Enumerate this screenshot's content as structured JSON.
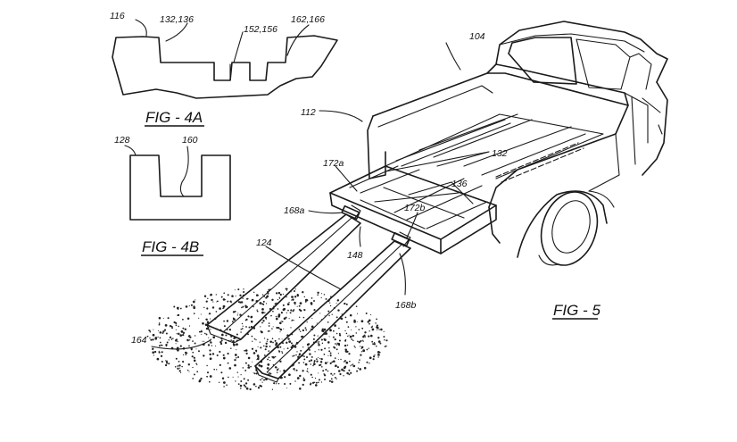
{
  "figures": {
    "fig4a": "FIG - 4A",
    "fig4b": "FIG - 4B",
    "fig5": "FIG - 5"
  },
  "labels": {
    "l116": "116",
    "l132_136": "132,136",
    "l152_156": "152,156",
    "l162_166": "162,166",
    "l128": "128",
    "l160": "160",
    "l104": "104",
    "l112": "112",
    "l172a": "172a",
    "l132": "132",
    "l136": "136",
    "l168a": "168a",
    "l172b": "172b",
    "l124": "124",
    "l148": "148",
    "l168b": "168b",
    "l164": "164"
  }
}
